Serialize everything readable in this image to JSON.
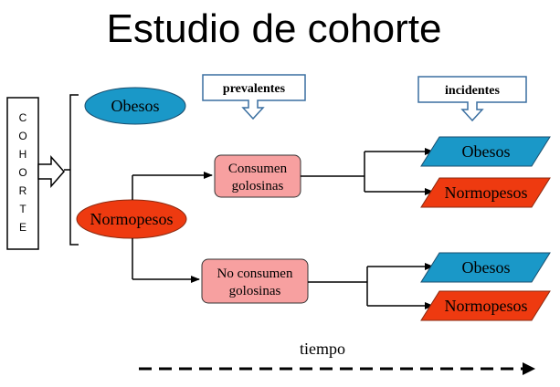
{
  "title": "Estudio de cohorte",
  "cohort_letters": [
    "C",
    "O",
    "H",
    "O",
    "R",
    "T",
    "E"
  ],
  "groups": {
    "obesos": "Obesos",
    "normopesos": "Normopesos"
  },
  "callouts": {
    "prevalentes": "prevalentes",
    "incidentes": "incidentes"
  },
  "exposures": {
    "consumen": [
      "Consumen",
      "golosinas"
    ],
    "no_consumen": [
      "No consumen",
      "golosinas"
    ]
  },
  "outcomes": {
    "obesos": "Obesos",
    "normopesos": "Normopesos"
  },
  "time_label": "tiempo",
  "colors": {
    "blue": "#1a98c8",
    "red": "#ee3a10",
    "pink": "#f7a0a0",
    "line": "#000000"
  }
}
